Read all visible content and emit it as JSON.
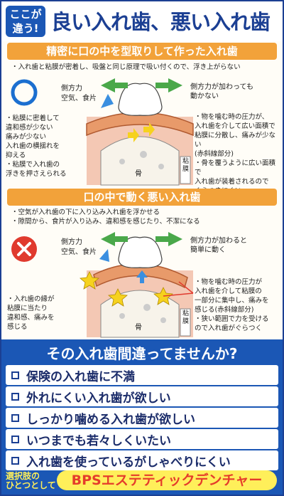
{
  "header": {
    "badge": [
      "ここが",
      "違う!"
    ],
    "title": "良い入れ歯、悪い入れ歯"
  },
  "good": {
    "heading": "精密に口の中を型取りして作った入れ歯",
    "intro": "・入れ歯と粘膜が密着し、吸盤と同じ原理で吸い付くので、浮き上がらない",
    "label_force": "側方力",
    "label_food": "空気、食片",
    "label_right": [
      "側方力が加わっても",
      "動かない"
    ],
    "left_notes": [
      "・粘膜に密着して",
      "違和感が少ない",
      "痛みが少ない",
      "入れ歯の横揺れを",
      "抑える",
      "・粘膜で入れ歯の",
      "浮きを押さえられる"
    ],
    "right_notes": [
      "・物を噛む時の圧力が、",
      "入れ歯を介して広い面積で",
      "粘膜に分散し、痛みが少ない",
      "(赤斜線部分)",
      "・骨を覆うように広い面積で",
      "入れ歯が装着されるので",
      "ぐらつきにくい"
    ],
    "label_bone": "骨",
    "label_gum": "粘膜"
  },
  "bad": {
    "heading": "口の中で動く悪い入れ歯",
    "intro": [
      "・空気が入れ歯の下に入り込み入れ歯を浮かせる",
      "・隙間から、食片が入り込み、違和感を感じたり、不潔になる"
    ],
    "label_force": "側方力",
    "label_food": "空気、食片",
    "label_right": [
      "側方力が加わると",
      "簡単に動く"
    ],
    "left_notes": [
      "・入れ歯の縁が",
      "粘膜に当たり",
      "違和感、痛みを",
      "感じる"
    ],
    "right_notes": [
      "・物を噛む時の圧力が",
      "入れ歯を介して粘膜の",
      "一部分に集中し、痛みを",
      "感じる(赤斜線部分)",
      "・狭い範囲で力を受ける",
      "ので入れ歯がぐらつく"
    ],
    "label_bone": "骨",
    "label_gum": "粘膜"
  },
  "checklist": {
    "question": "その入れ歯間違ってませんか?",
    "items": [
      "保険の入れ歯に不満",
      "外れにくい入れ歯が欲しい",
      "しっかり噛める入れ歯が欲しい",
      "いつまでも若々しくいたい",
      "入れ歯を使っているがしゃべりにくい"
    ]
  },
  "footer": {
    "prefix": [
      "選択肢の",
      "ひとつとして"
    ],
    "product": "BPSエステティックデンチャー"
  },
  "colors": {
    "brand_blue": "#1b57b5",
    "orange": "#f2a23a",
    "gum_pink": "#f4c8b4",
    "green_arrow": "#4aa84a",
    "red_x": "#e03a2e",
    "yellow": "#ffef5a"
  }
}
